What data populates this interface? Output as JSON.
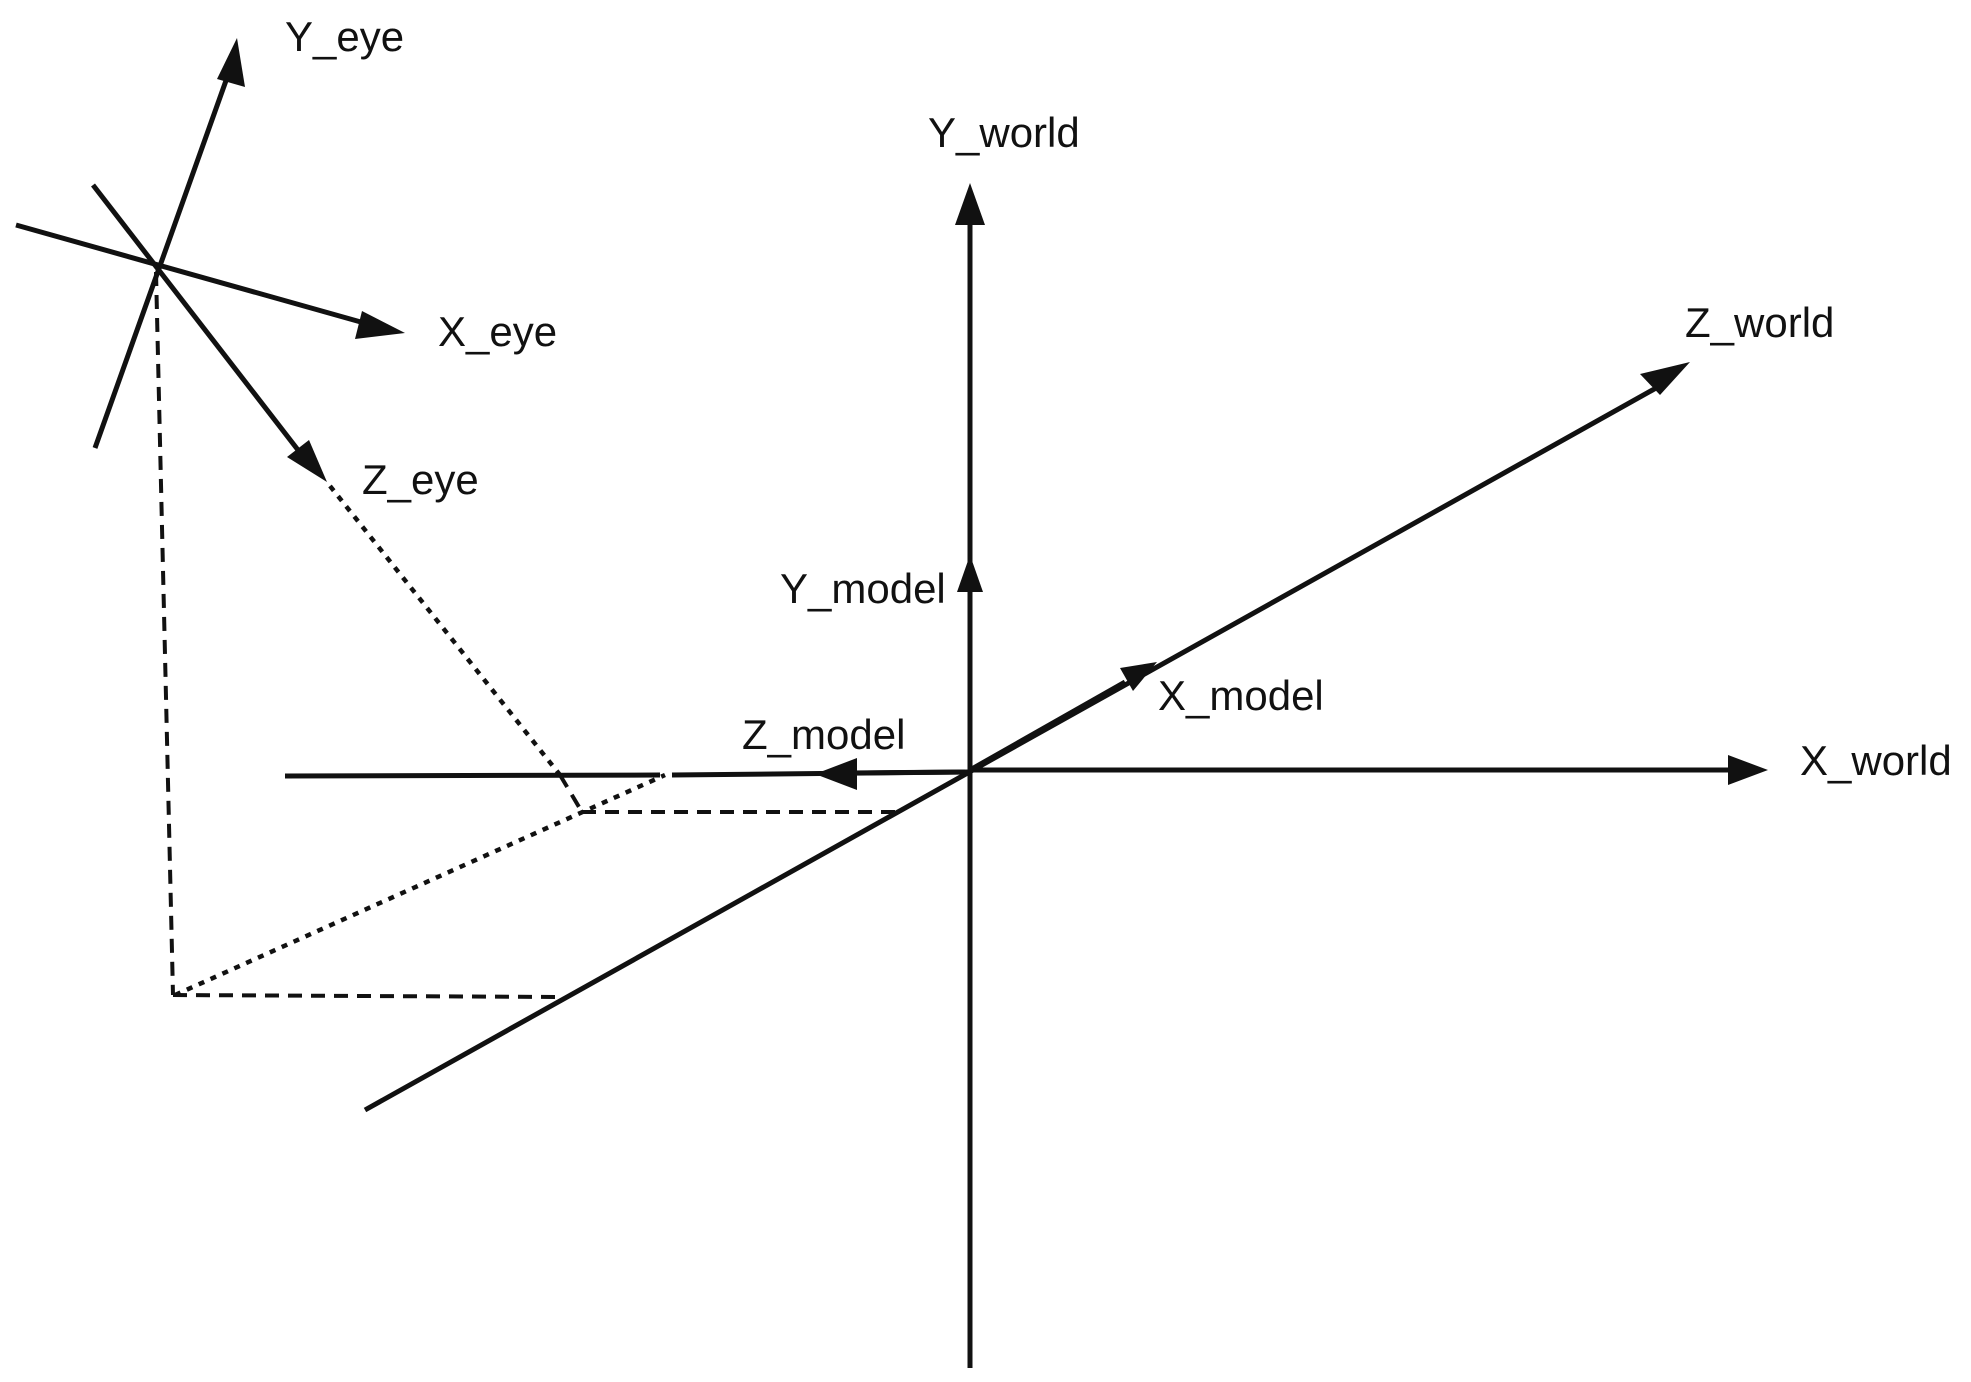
{
  "diagram": {
    "labels": {
      "y_eye": "Y_eye",
      "x_eye": "X_eye",
      "z_eye": "Z_eye",
      "y_world": "Y_world",
      "z_world": "Z_world",
      "x_world": "X_world",
      "y_model": "Y_model",
      "x_model": "X_model",
      "z_model": "Z_model"
    }
  }
}
